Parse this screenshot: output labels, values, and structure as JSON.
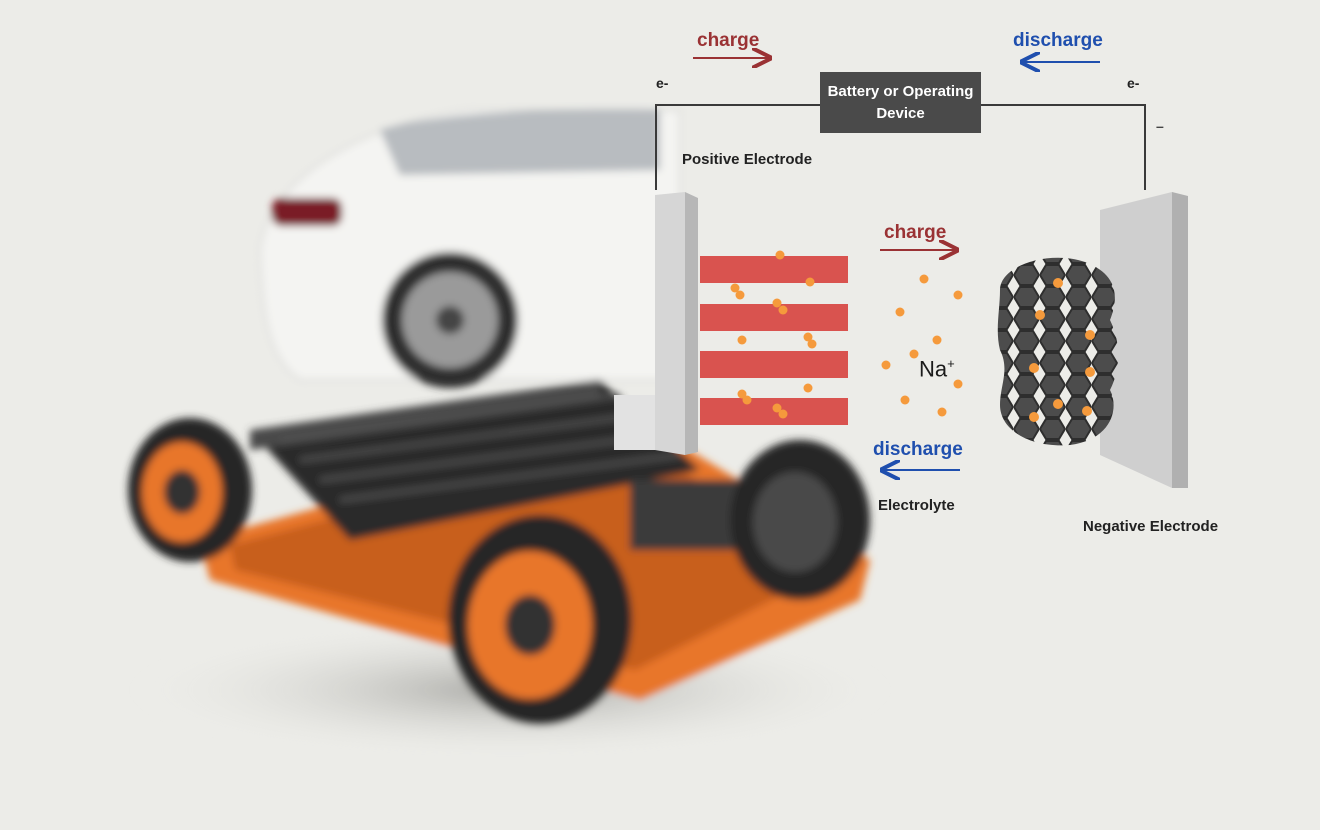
{
  "diagram": {
    "top_charge_label": "charge",
    "top_discharge_label": "discharge",
    "left_electron_label": "e-",
    "right_electron_label": "e-",
    "minus_sign": "–",
    "device_label": "Battery or Operating Device",
    "positive_electrode_label": "Positive Electrode",
    "negative_electrode_label": "Negative Electrode",
    "ion_symbol": "Na",
    "ion_charge": "+",
    "mid_charge_label": "charge",
    "mid_discharge_label": "discharge",
    "electrolyte_label": "Electrolyte"
  },
  "colors": {
    "background": "#ecece8",
    "charge": "#9a3234",
    "discharge": "#1f4fae",
    "cathode_layers": "#d9534f",
    "ions": "#f59a3c",
    "anode_hexagons": "#555555",
    "chassis_accent": "#e8762b",
    "device_box": "#4a4a4a"
  },
  "icons": {
    "background_image": "ev-chassis-with-battery-pack-and-white-car-illustration"
  }
}
